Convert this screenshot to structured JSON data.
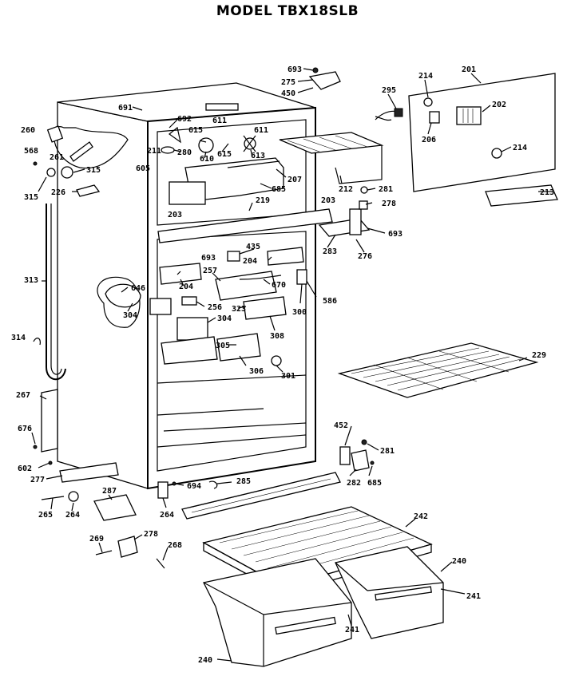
{
  "header": {
    "title": "MODEL TBX18SLB"
  },
  "labels": {
    "l693a": "693",
    "l275": "275",
    "l450": "450",
    "l295": "295",
    "l214a": "214",
    "l201": "201",
    "l202": "202",
    "l206": "206",
    "l214b": "214",
    "l213": "213",
    "l691": "691",
    "l692": "692",
    "l611a": "611",
    "l615a": "615",
    "l611b": "611",
    "l260": "260",
    "l211": "211",
    "l280": "280",
    "l610": "610",
    "l615b": "615",
    "l613": "613",
    "l568": "568",
    "l261": "261",
    "l605": "605",
    "l315a": "315",
    "l315b": "315",
    "l226": "226",
    "l207": "207",
    "l685a": "685",
    "l212": "212",
    "l281a": "281",
    "l219": "219",
    "l203a": "203",
    "l203b": "203",
    "l278a": "278",
    "l693b": "693",
    "l283": "283",
    "l276": "276",
    "l435": "435",
    "l693c": "693",
    "l204a": "204",
    "l313": "313",
    "l257": "257",
    "l204b": "204",
    "l670": "670",
    "l646": "646",
    "l256": "256",
    "l323": "323",
    "l300": "300",
    "l586": "586",
    "l304a": "304",
    "l304b": "304",
    "l308": "308",
    "l314": "314",
    "l305": "305",
    "l306": "306",
    "l301": "301",
    "l229": "229",
    "l267": "267",
    "l676": "676",
    "l452": "452",
    "l281b": "281",
    "l602": "602",
    "l277": "277",
    "l282": "282",
    "l685b": "685",
    "l287": "287",
    "l694": "694",
    "l285": "285",
    "l265": "265",
    "l264a": "264",
    "l264b": "264",
    "l242": "242",
    "l269": "269",
    "l278b": "278",
    "l268": "268",
    "l240a": "240",
    "l241a": "241",
    "l241b": "241",
    "l240b": "240"
  }
}
